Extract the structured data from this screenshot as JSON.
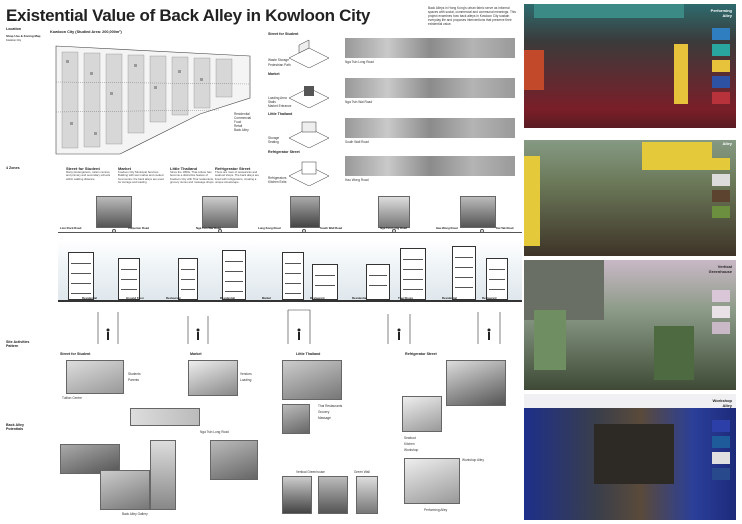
{
  "title": "Existential Value of Back Alley in Kowloon City",
  "intro_text": "Back Alleys in Hong Kong's urban fabric serve as informal spaces with social, commercial and communal meanings. This project examines how back alleys in Kowloon City sustain everyday life and proposes interventions that preserve their existential value.",
  "left_labels": {
    "location": "Location",
    "site_use": "Shop Use & Zoning Map",
    "site_use_sub": "Kowloon City",
    "four_zones": "4 Zones",
    "site_activities": "Site Activities\nPattern",
    "back_alley": "Back Alley\nPotentials"
  },
  "map_caption": "Kowloon City (Studied Area: 200,000m²)",
  "map_legend": [
    "Residential",
    "Commercial",
    "Food",
    "Retail",
    "Back Alley"
  ],
  "zones": [
    {
      "name": "Street for Student",
      "desc": "Many kindergartens, tuition centres, and primary and secondary schools within walking distance."
    },
    {
      "name": "Market",
      "desc": "Kowloon City Municipal Services Building with wet market and cooked food centre; the back alleys are used for storage and loading."
    },
    {
      "name": "Little Thailand",
      "desc": "Since the 1950s, Thai culture has become a distinctive feature of Kowloon City with Thai restaurants, grocery stores and massage shops."
    },
    {
      "name": "Refrigerator Street",
      "desc": "There are rows of restaurants and seafood shops. The back alleys are lined with refrigerators, creating a unique streetscape."
    }
  ],
  "street_studies": [
    {
      "label": "Street for Student",
      "notes": [
        "Waste Storage",
        "Pedestrian Path"
      ],
      "strip_caption": "Nga Tsin Long Road"
    },
    {
      "label": "Market",
      "notes": [
        "Loading Area",
        "Stalls",
        "Market Entrance"
      ],
      "strip_caption": "Nga Tsin Wai Road"
    },
    {
      "label": "Little Thailand",
      "notes": [
        "Storage",
        "Seating"
      ],
      "strip_caption": "South Wall Road"
    },
    {
      "label": "Refrigerator Street",
      "notes": [
        "Refrigerators",
        "Kitchen Exits"
      ],
      "strip_caption": "Hau Wong Road"
    }
  ],
  "axis_labels": [
    "Lion Rock Road",
    "Carpenter Road",
    "Nga Tsin Wai Road",
    "Lung Kong Road",
    "South Wall Road",
    "Nga Tsin Long Road",
    "Hau Wong Road",
    "Kai Tak Road"
  ],
  "section_tags": [
    "Residential",
    "Ground Floor",
    "Restaurant",
    "Residential",
    "Market",
    "Restaurant",
    "Residential",
    "Thai Shops",
    "Residential",
    "Restaurant",
    "Residential"
  ],
  "activity_zones": [
    {
      "name": "Street for Student",
      "tags": [
        "Students",
        "Parents",
        "Tuition Centre"
      ]
    },
    {
      "name": "Market",
      "tags": [
        "Vendors",
        "Loading",
        "Nga Tsin Long Road"
      ]
    },
    {
      "name": "Little Thailand",
      "tags": [
        "Thai Restaurants",
        "Grocery",
        "Massage"
      ]
    },
    {
      "name": "Refrigerator Street",
      "tags": [
        "Seafood",
        "Kitchen",
        "Workshop"
      ]
    }
  ],
  "potential_tags": [
    "Vertical Greenhouse",
    "Green Wall",
    "Workshop Alley",
    "Back Alley Gallery",
    "Performing Alley"
  ],
  "right_panels": [
    {
      "label": "Performing\nAlley",
      "bg": "#3b3b3b",
      "swatches": [
        "#2f7fc0",
        "#2aa6a0",
        "#e6c33a",
        "#2d52a3",
        "#b8323c"
      ]
    },
    {
      "label": "Market\nAlley",
      "bg": "#4a4a3a",
      "swatches": [
        "#e4c93a",
        "#dcdcdc",
        "#5c4330",
        "#6b8f3e"
      ]
    },
    {
      "label": "Vertical\nGreenhouse",
      "bg": "#5d6a5a",
      "swatches": [
        "#d9c6d6",
        "#e8e2e6",
        "#c9b8c6"
      ]
    },
    {
      "label": "Workshop\nAlley",
      "bg": "#1d2a5a",
      "swatches": [
        "#2c3fa8",
        "#1e5b9a",
        "#e0e0e0",
        "#284a8c"
      ]
    }
  ]
}
